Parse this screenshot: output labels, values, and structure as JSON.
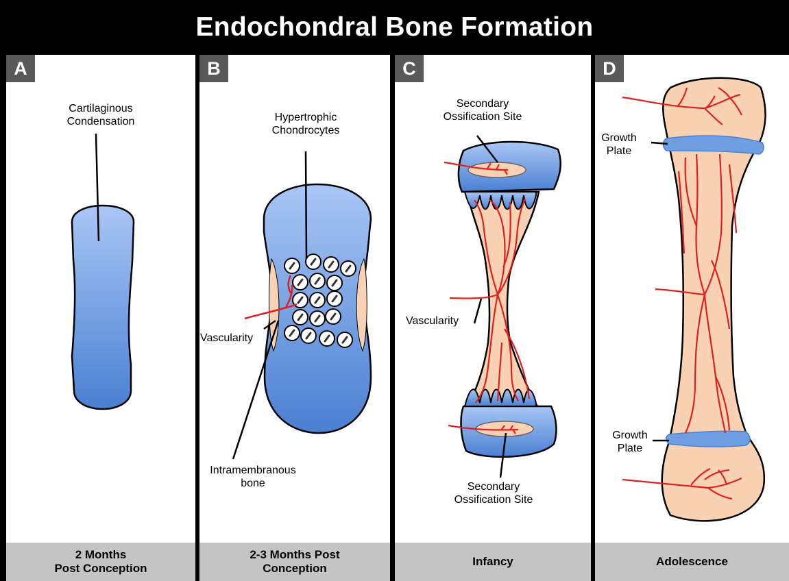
{
  "title": "Endochondral Bone Formation",
  "panels": [
    {
      "letter": "A",
      "stage": [
        "2 Months",
        "Post Conception"
      ],
      "labels": {
        "condensation": [
          "Cartilaginous",
          "Condensation"
        ]
      }
    },
    {
      "letter": "B",
      "stage": [
        "2-3 Months Post",
        "Conception"
      ],
      "labels": {
        "chondrocytes": [
          "Hypertrophic",
          "Chondrocytes"
        ],
        "vascularity": "Vascularity",
        "intramembranous": [
          "Intramembranous",
          "bone"
        ]
      }
    },
    {
      "letter": "C",
      "stage": [
        "Infancy"
      ],
      "labels": {
        "secondary_top": [
          "Secondary",
          "Ossification Site"
        ],
        "vascularity": "Vascularity",
        "secondary_bottom": [
          "Secondary",
          "Ossification Site"
        ]
      }
    },
    {
      "letter": "D",
      "stage": [
        "Adolescence"
      ],
      "labels": {
        "growth_plate_top": [
          "Growth",
          "Plate"
        ],
        "growth_plate_bottom": [
          "Growth",
          "Plate"
        ]
      }
    }
  ],
  "colors": {
    "cartilage_light": "#a9c6f5",
    "cartilage_dark": "#4a80d2",
    "bone": "#f9d2b4",
    "vessel": "#e02020",
    "footer": "#c4c4c4",
    "badge": "#595959"
  }
}
